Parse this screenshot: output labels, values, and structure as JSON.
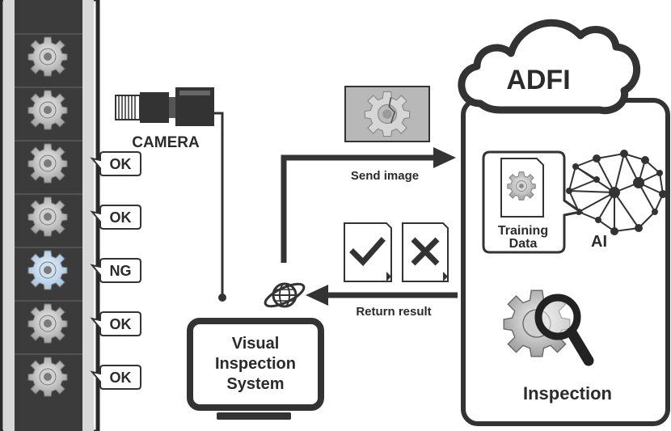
{
  "belt": {
    "parts": [
      {
        "status": null,
        "tint": "normal"
      },
      {
        "status": null,
        "tint": "normal"
      },
      {
        "status": "OK",
        "tint": "normal"
      },
      {
        "status": "OK",
        "tint": "normal"
      },
      {
        "status": "NG",
        "tint": "defect"
      },
      {
        "status": "OK",
        "tint": "normal"
      },
      {
        "status": "OK",
        "tint": "normal"
      }
    ]
  },
  "camera": {
    "label": "CAMERA"
  },
  "flow": {
    "send_label": "Send image",
    "return_label": "Return result"
  },
  "system": {
    "line1": "Visual",
    "line2": "Inspection",
    "line3": "System"
  },
  "cloud": {
    "title": "ADFI"
  },
  "training": {
    "line1": "Training",
    "line2": "Data"
  },
  "ai": {
    "label": "AI"
  },
  "inspection": {
    "label": "Inspection"
  },
  "results": [
    "check-icon",
    "cross-icon"
  ],
  "colors": {
    "dark": "#2f2f2f",
    "gear": "#c8c8c8",
    "gear_defect": "#b8d2ea",
    "belt": "#3a3a3a"
  }
}
